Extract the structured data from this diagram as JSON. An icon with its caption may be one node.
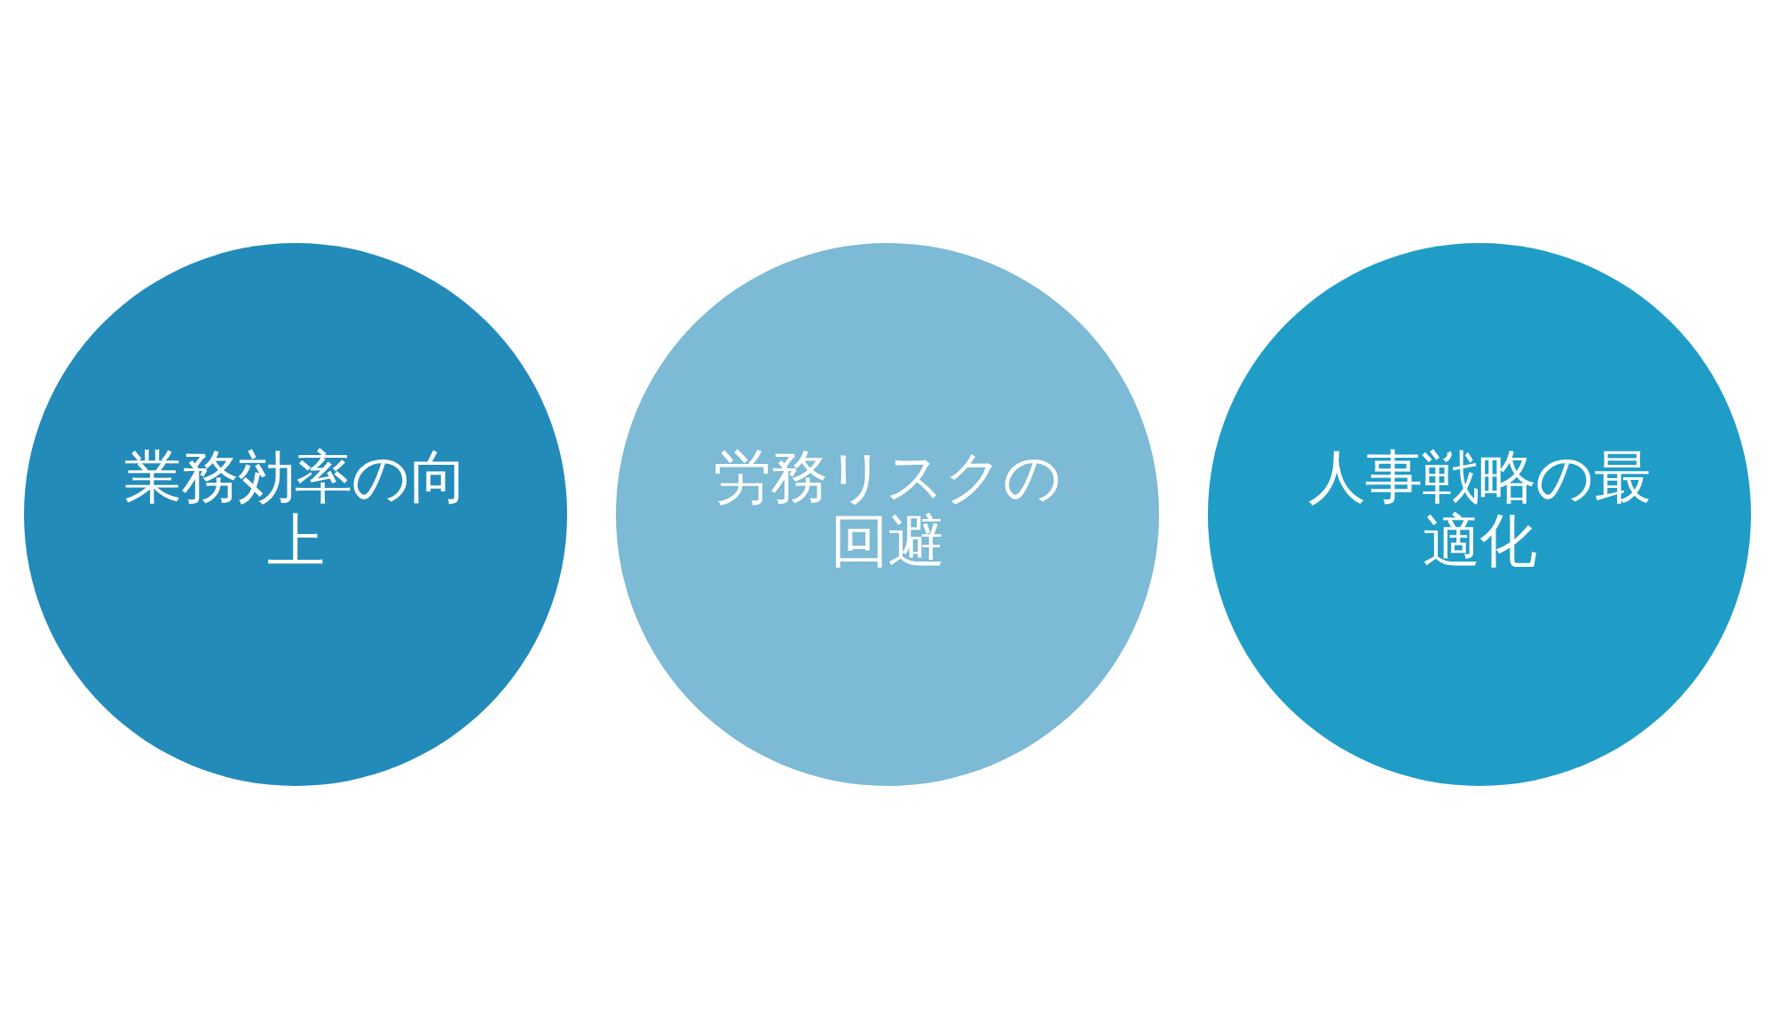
{
  "diagram": {
    "nodes": [
      {
        "text": [
          "労務リスクの回避"
        ]
      },
      {
        "text": [
          "業務効率の向上"
        ]
      },
      {
        "text": [
          "人事戦略の最適化"
        ]
      }
    ]
  }
}
